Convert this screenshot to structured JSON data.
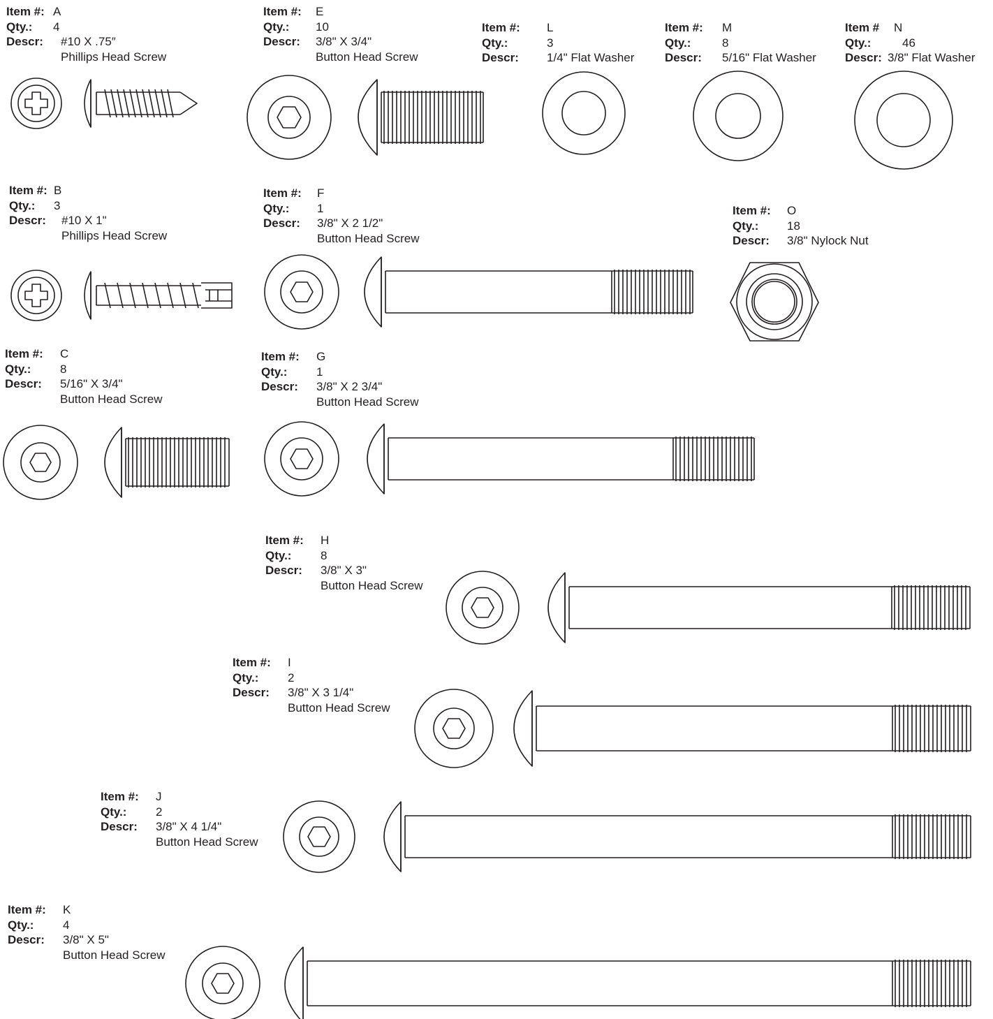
{
  "labels": {
    "item": "Item #:",
    "item_alt": "Item #",
    "qty": "Qty.:",
    "descr": "Descr:"
  },
  "colors": {
    "ink": "#231f20",
    "background": "#ffffff"
  },
  "items": [
    {
      "id": "A",
      "qty": "4",
      "descr": [
        "#10 X .75″",
        "Phillips Head Screw"
      ],
      "head": "phillips",
      "kind": "wood-screw-pointed"
    },
    {
      "id": "B",
      "qty": "3",
      "descr": [
        "#10 X 1\"",
        "Phillips Head Screw"
      ],
      "head": "phillips",
      "kind": "wood-screw-blunt"
    },
    {
      "id": "C",
      "qty": "8",
      "descr": [
        "5/16\" X 3/4\"",
        "Button Head Screw"
      ],
      "head": "hex-socket",
      "kind": "button-head-screw"
    },
    {
      "id": "E",
      "qty": "10",
      "descr": [
        "3/8\" X 3/4\"",
        "Button Head Screw"
      ],
      "head": "hex-socket",
      "kind": "button-head-screw"
    },
    {
      "id": "F",
      "qty": "1",
      "descr": [
        "3/8\" X 2 1/2\"",
        "Button Head Screw"
      ],
      "head": "hex-socket",
      "kind": "button-head-screw"
    },
    {
      "id": "G",
      "qty": "1",
      "descr": [
        "3/8\" X 2 3/4\"",
        "Button Head Screw"
      ],
      "head": "hex-socket",
      "kind": "button-head-screw"
    },
    {
      "id": "H",
      "qty": "8",
      "descr": [
        "3/8\" X 3\"",
        "Button Head Screw"
      ],
      "head": "hex-socket",
      "kind": "button-head-screw"
    },
    {
      "id": "I",
      "qty": "2",
      "descr": [
        "3/8\" X 3 1/4\"",
        "Button Head Screw"
      ],
      "head": "hex-socket",
      "kind": "button-head-screw"
    },
    {
      "id": "J",
      "qty": "2",
      "descr": [
        "3/8\" X 4 1/4\"",
        "Button Head Screw"
      ],
      "head": "hex-socket",
      "kind": "button-head-screw"
    },
    {
      "id": "K",
      "qty": "4",
      "descr": [
        "3/8\" X 5\"",
        "Button Head Screw"
      ],
      "head": "hex-socket",
      "kind": "button-head-screw"
    },
    {
      "id": "L",
      "qty": "3",
      "descr": [
        "1/4\" Flat Washer"
      ],
      "kind": "flat-washer"
    },
    {
      "id": "M",
      "qty": "8",
      "descr": [
        "5/16\" Flat Washer"
      ],
      "kind": "flat-washer"
    },
    {
      "id": "N",
      "qty": "46",
      "descr": [
        "3/8\" Flat Washer"
      ],
      "kind": "flat-washer"
    },
    {
      "id": "O",
      "qty": "18",
      "descr": [
        "3/8\" Nylock Nut"
      ],
      "kind": "nylock-nut"
    }
  ]
}
